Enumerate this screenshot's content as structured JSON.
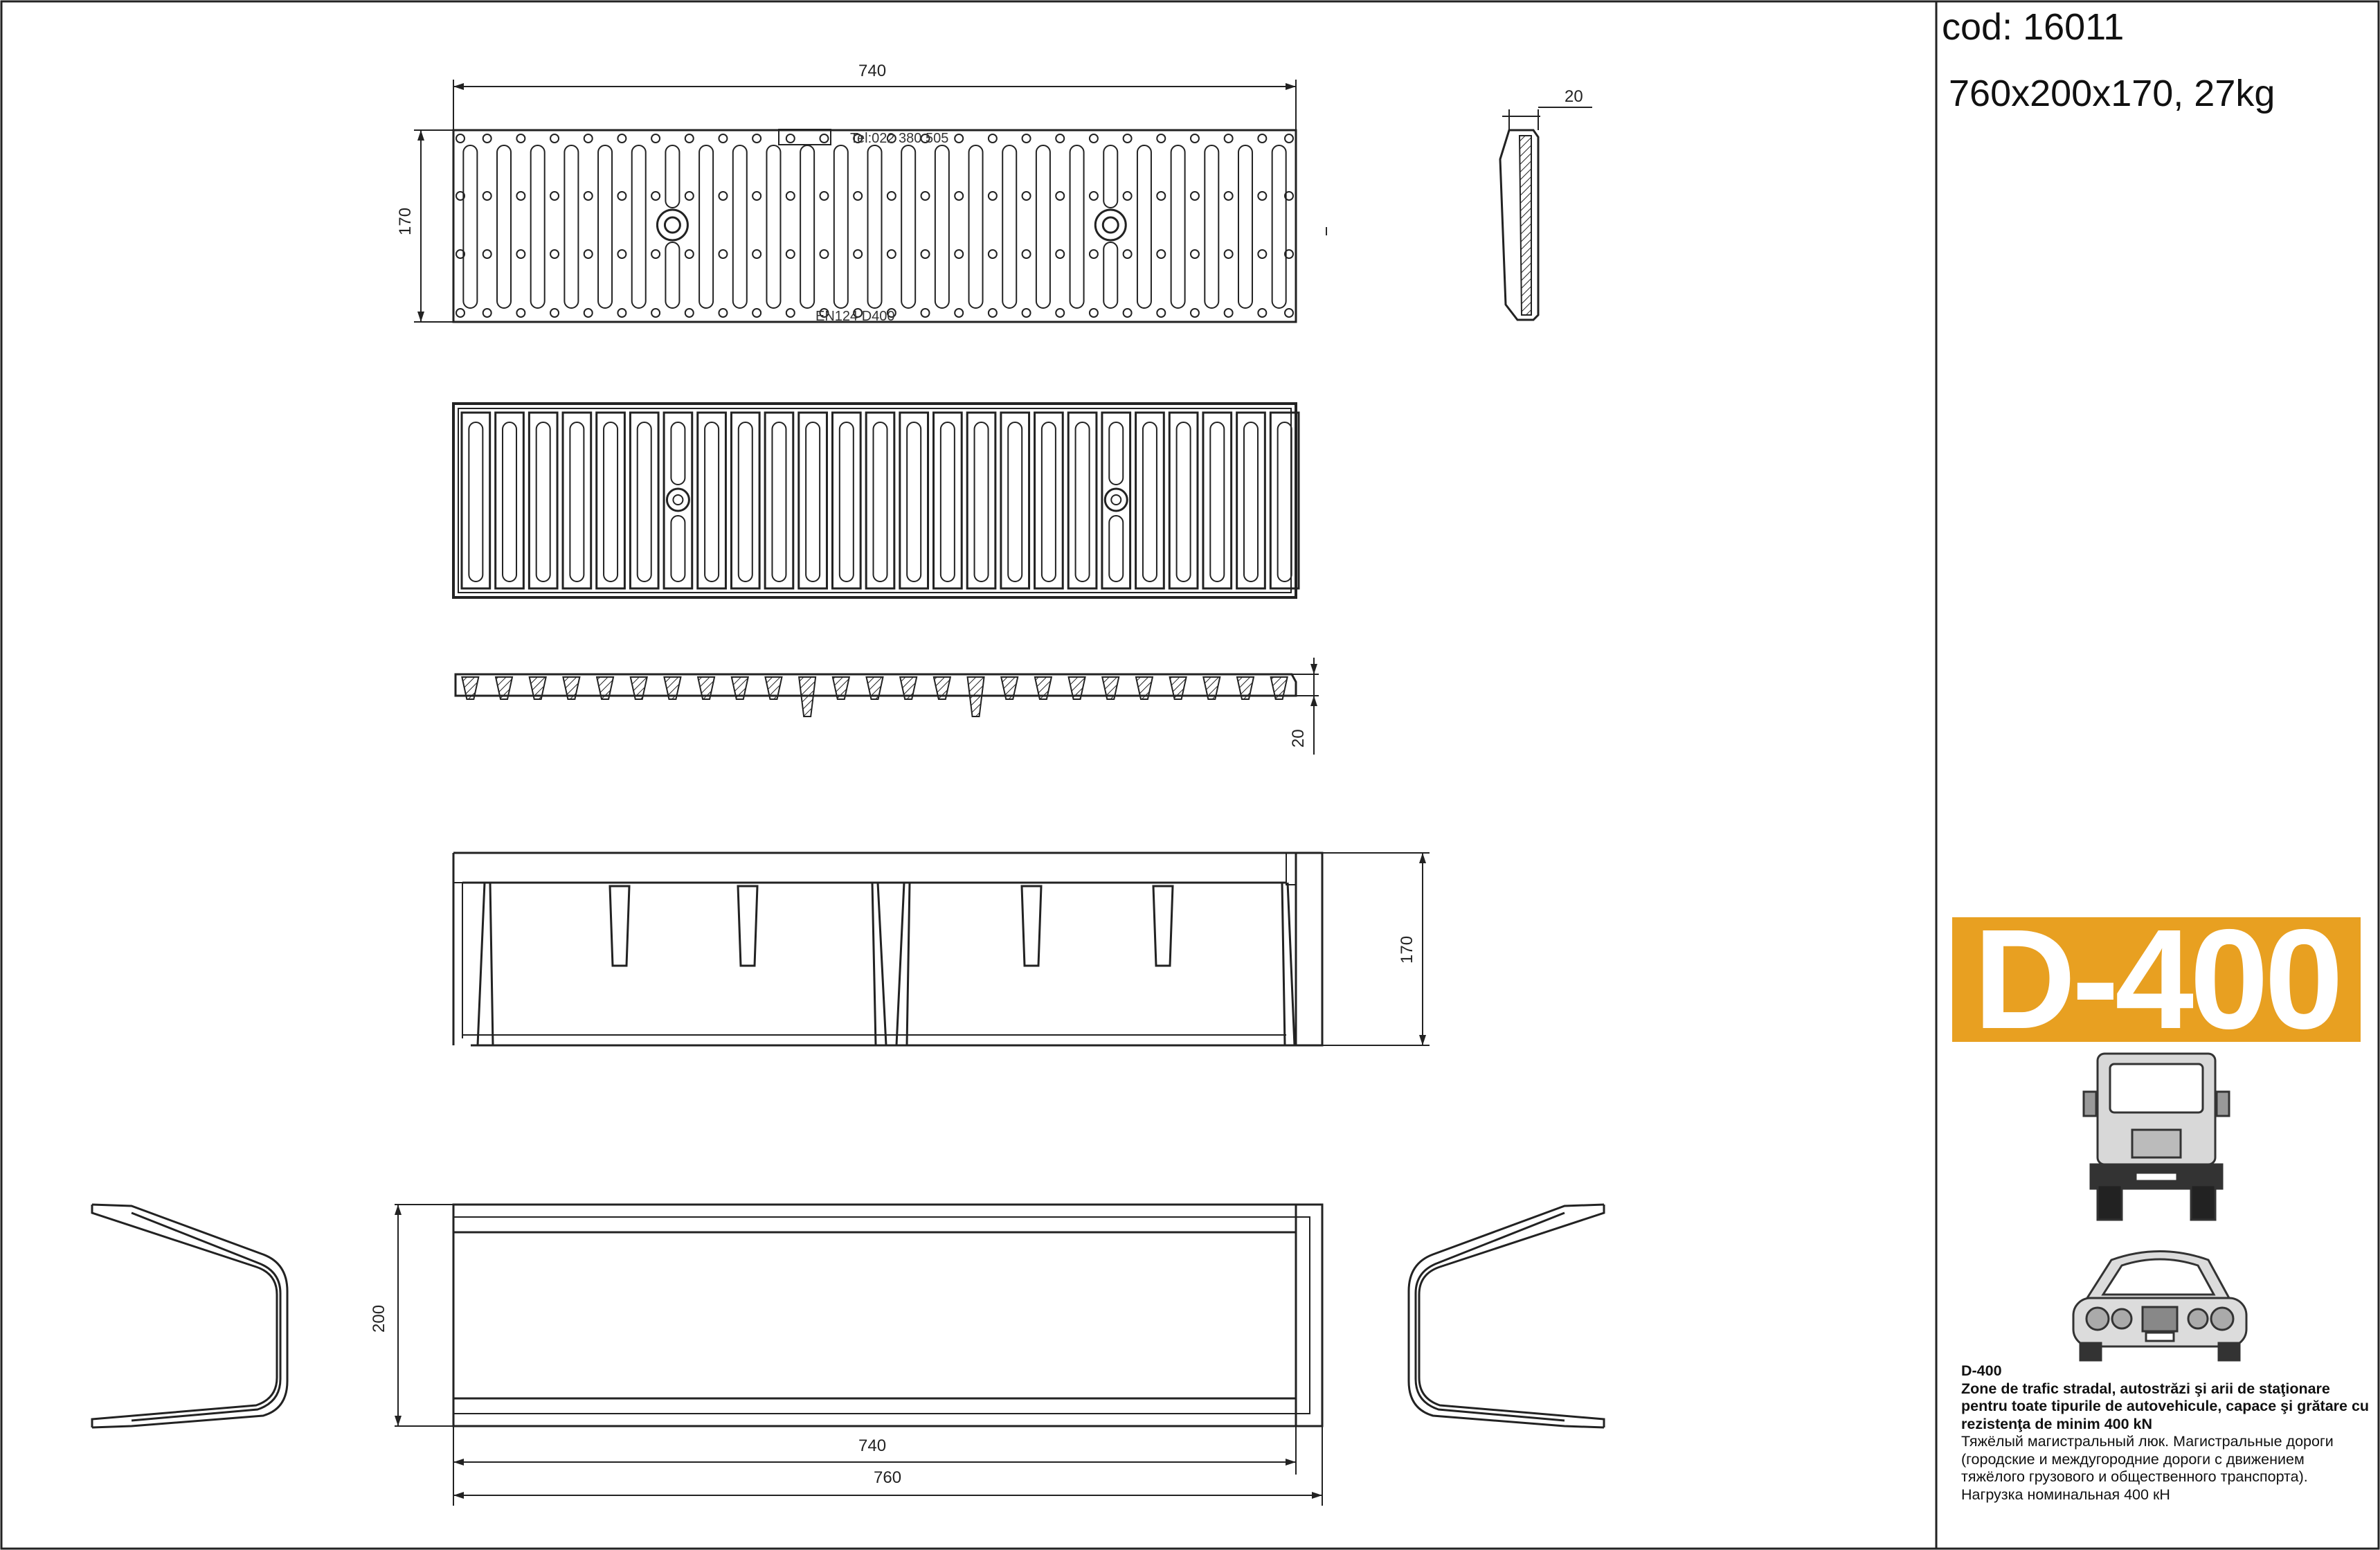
{
  "title_block": {
    "code": "cod: 16011",
    "spec": "760x200x170, 27kg"
  },
  "top_view": {
    "dim_length": "740",
    "dim_height": "170",
    "marking_phone": "Tel:022 380 505",
    "marking_norm": "EN124  D400",
    "slots": 25
  },
  "side_view": {
    "dim_thickness": "20"
  },
  "section_view": {
    "dim_depth": "20"
  },
  "front_view": {
    "dim_height": "170"
  },
  "channel_view": {
    "dim_width": "200",
    "dim_inner": "740",
    "dim_outer": "760"
  },
  "load_class": {
    "badge": "D-400",
    "heading": "D-400",
    "ro_text": "Zone de trafic stradal, autostrăzi şi arii de staţionare pentru toate tipurile de autovehicule, capace şi grătare cu rezistenţa de minim 400 kN",
    "ru_text": "Тяжёлый магистральный люк. Магистральные дороги (городские и междугородние дороги с движением тяжёлого грузового и общественного транспорта).",
    "ru_load": "Нагрузка номинальная 400 кН"
  },
  "colors": {
    "accent": "#e8a021",
    "line": "#222222"
  }
}
